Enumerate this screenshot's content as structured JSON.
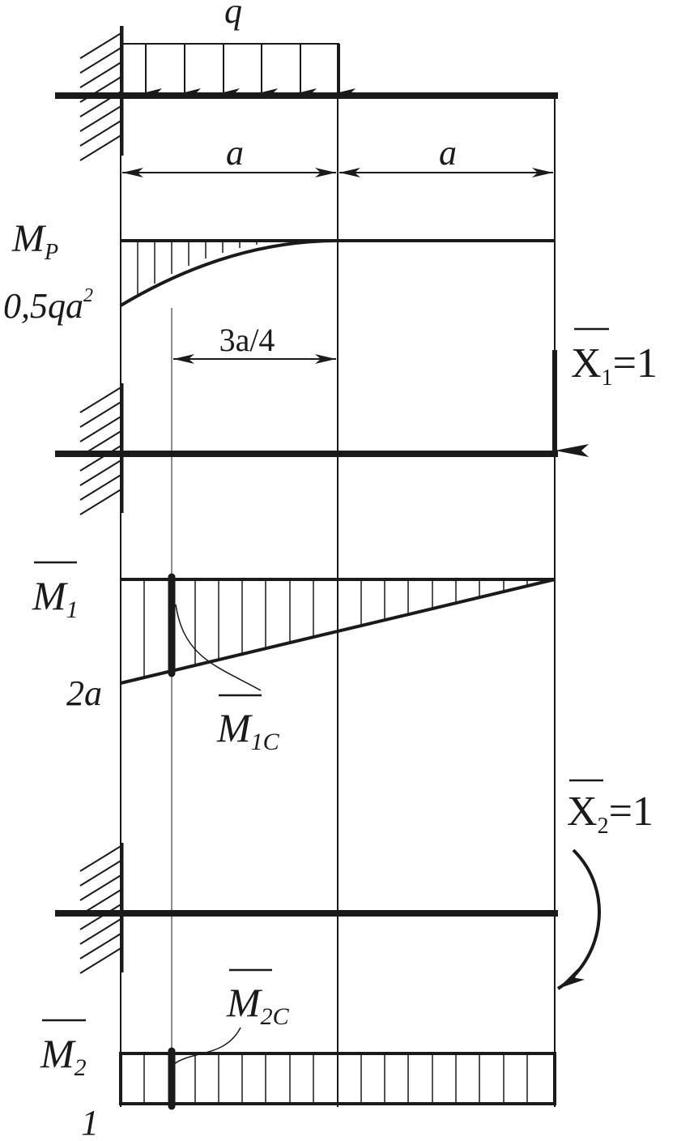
{
  "labels": {
    "load": "q",
    "span_left": "a",
    "span_right": "a",
    "mp_main": "M",
    "mp_sub": "P",
    "mp_value_main": "0,5qa",
    "mp_value_exp": "2",
    "dist_label": "3a/4",
    "x1_main": "X",
    "x1_sub": "1",
    "x1_eq": "=1",
    "m1_main": "M",
    "m1_sub": "1",
    "m1_value": "2a",
    "m1c_main": "M",
    "m1c_sub": "1C",
    "x2_main": "X",
    "x2_sub": "2",
    "x2_eq": "=1",
    "m2c_main": "M",
    "m2c_sub": "2C",
    "m2_main": "M",
    "m2_sub": "2",
    "m2_value": "1"
  },
  "colors": {
    "ink": "#1a1a1a"
  }
}
